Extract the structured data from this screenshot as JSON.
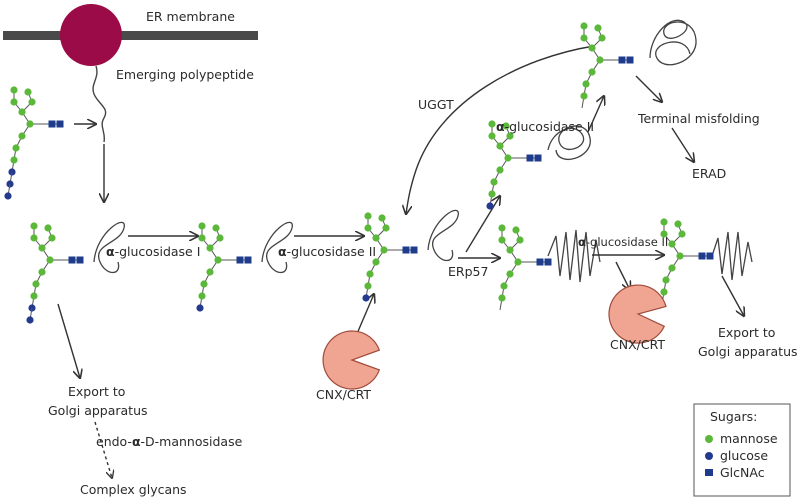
{
  "colors": {
    "mannose": "#5cb83a",
    "glucose": "#233a8e",
    "glcnac": "#1f3c8c",
    "chaperone": "#f0a593",
    "chaperone_stroke": "#a14b3b",
    "ribosome": "#9b0b47",
    "membrane": "#4a4a4a"
  },
  "labels": {
    "er_membrane": "ER membrane",
    "emerging_polypeptide": "Emerging polypeptide",
    "alpha_glucosidase_1_alpha": "α",
    "alpha_glucosidase_1_text": "-glucosidase I",
    "alpha_glucosidase_2a_alpha": "α",
    "alpha_glucosidase_2a_text": "-glucosidase II",
    "alpha_glucosidase_2b_alpha": "α",
    "alpha_glucosidase_2b_text": "-glucosidase II",
    "alpha_glucosidase_2c_alpha": "α",
    "alpha_glucosidase_2c_text": "-glucosidase II",
    "ugt": "UGGT",
    "terminal_misfolding": "Terminal misfolding",
    "erad": "ERAD",
    "erp57": "ERp57",
    "cnx_crt_1": "CNX/CRT",
    "cnx_crt_2": "CNX/CRT",
    "export_left_1": "Export to",
    "export_left_2": "Golgi apparatus",
    "export_right_1": "Export to",
    "export_right_2": "Golgi apparatus",
    "endo_prefix": "endo-",
    "endo_alpha": "α",
    "endo_suffix": "-D-mannosidase",
    "complex_glycans": "Complex glycans"
  },
  "legend": {
    "title": "Sugars:",
    "items": [
      {
        "label": "mannose",
        "color": "#5cb83a",
        "shape": "circle"
      },
      {
        "label": "glucose",
        "color": "#233a8e",
        "shape": "circle"
      },
      {
        "label": "GlcNAc",
        "color": "#1f3c8c",
        "shape": "square"
      }
    ]
  }
}
